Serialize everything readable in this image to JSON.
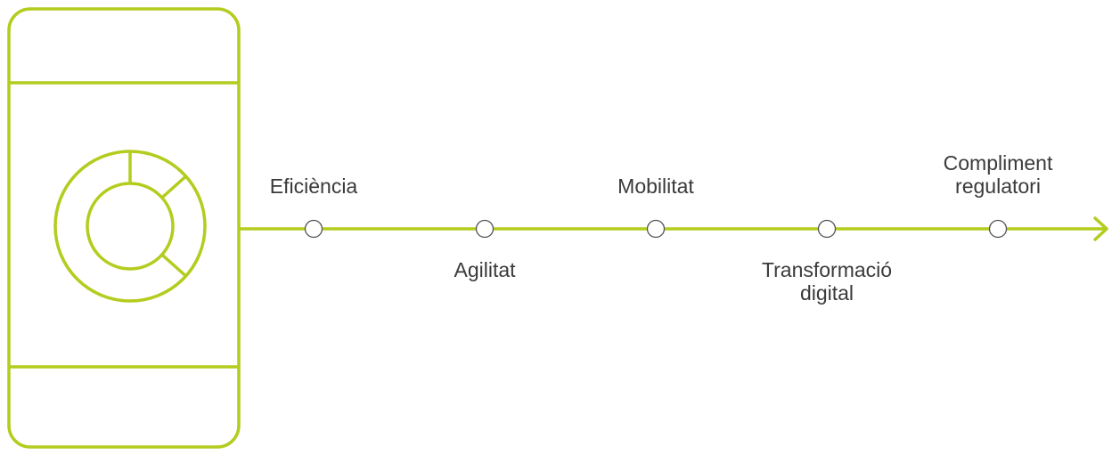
{
  "colors": {
    "accent": "#b4cc1e",
    "text": "#3a3a3a",
    "node_fill": "#ffffff"
  },
  "device": {
    "icon": "phone-icon",
    "inner_icon": "donut-gauge-icon"
  },
  "timeline": {
    "arrow_icon": "arrow-right-icon",
    "stages": [
      {
        "lines": [
          "Eficiència"
        ],
        "position": "above"
      },
      {
        "lines": [
          "Agilitat"
        ],
        "position": "below"
      },
      {
        "lines": [
          "Mobilitat"
        ],
        "position": "above"
      },
      {
        "lines": [
          "Transformació",
          "digital"
        ],
        "position": "below"
      },
      {
        "lines": [
          "Compliment",
          "regulatori"
        ],
        "position": "above"
      }
    ]
  }
}
